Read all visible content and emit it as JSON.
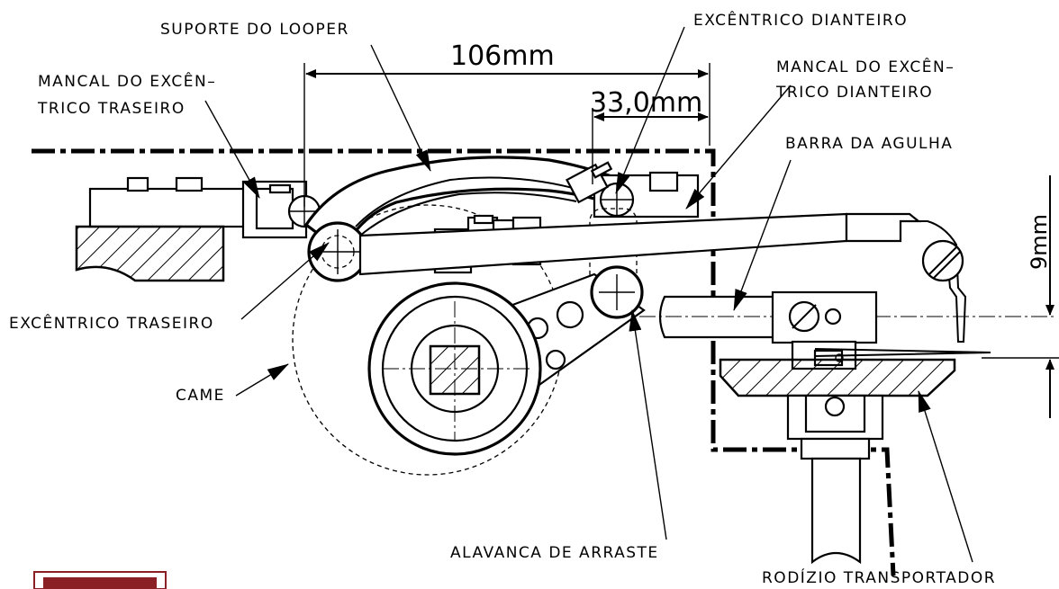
{
  "labels": {
    "suporte_looper": "SUPORTE DO LOOPER",
    "excentrico_dianteiro": "EXCÊNTRICO DIANTEIRO",
    "mancal_traseiro_1": "MANCAL DO EXCÊN–",
    "mancal_traseiro_2": "TRICO TRASEIRO",
    "mancal_dianteiro_1": "MANCAL DO EXCÊN–",
    "mancal_dianteiro_2": "TRICO DIANTEIRO",
    "barra_agulha": "BARRA DA AGULHA",
    "excentrico_traseiro": "EXCÊNTRICO TRASEIRO",
    "came": "CAME",
    "alavanca_arraste": "ALAVANCA DE ARRASTE",
    "rodizio_transportador": "RODÍZIO TRANSPORTADOR"
  },
  "dimensions": {
    "overall_width": "106mm",
    "front_offset": "33,0mm",
    "height_offset": "9mm"
  },
  "colors": {
    "logo_fill": "#8a1f24"
  }
}
